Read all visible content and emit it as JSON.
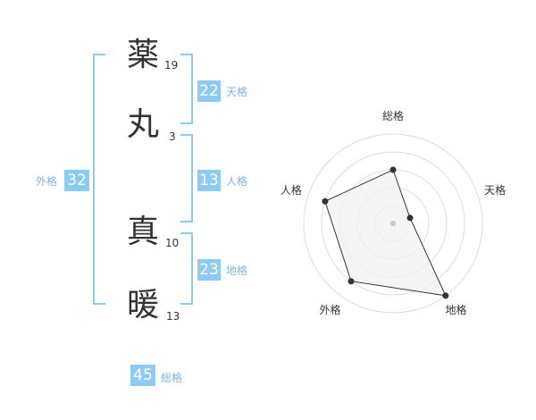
{
  "name": {
    "characters": [
      {
        "char": "薬",
        "strokes": "19"
      },
      {
        "char": "丸",
        "strokes": "3"
      },
      {
        "char": "真",
        "strokes": "10"
      },
      {
        "char": "暖",
        "strokes": "13"
      }
    ]
  },
  "fortunes": {
    "tenkaku": {
      "value": "22",
      "label": "天格"
    },
    "jinkaku": {
      "value": "13",
      "label": "人格"
    },
    "chikaku": {
      "value": "23",
      "label": "地格"
    },
    "gaikaku": {
      "value": "32",
      "label": "外格"
    },
    "soukaku": {
      "value": "45",
      "label": "総格"
    }
  },
  "colors": {
    "accent": "#8ccbf2",
    "caption": "#7ab8e3",
    "text": "#333333",
    "grid": "#dddddd",
    "fill": "#f2f2f2"
  },
  "chart_data": {
    "type": "radar",
    "axes": [
      "総格",
      "天格",
      "地格",
      "外格",
      "人格"
    ],
    "values": [
      3,
      1,
      5,
      4,
      4
    ],
    "range": [
      0,
      5
    ],
    "rings": 5
  }
}
